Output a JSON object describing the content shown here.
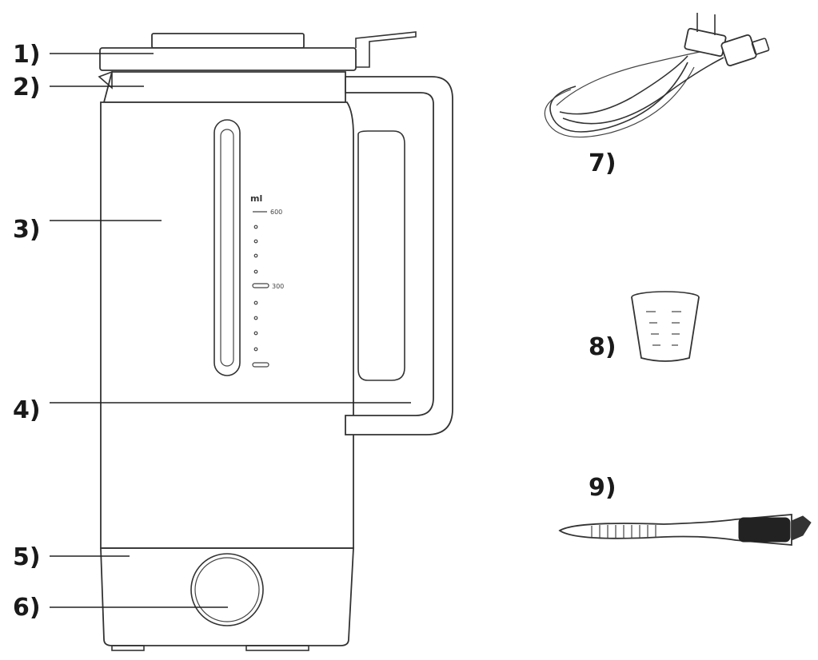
{
  "callouts": [
    {
      "id": "1",
      "label": "1)"
    },
    {
      "id": "2",
      "label": "2)"
    },
    {
      "id": "3",
      "label": "3)"
    },
    {
      "id": "4",
      "label": "4)"
    },
    {
      "id": "5",
      "label": "5)"
    },
    {
      "id": "6",
      "label": "6)"
    },
    {
      "id": "7",
      "label": "7)"
    },
    {
      "id": "8",
      "label": "8)"
    },
    {
      "id": "9",
      "label": "9)"
    }
  ],
  "jug_scale": {
    "unit": "ml",
    "top_mark": "600",
    "mid_mark": "300"
  },
  "colors": {
    "line": "#333333",
    "background": "#ffffff"
  }
}
